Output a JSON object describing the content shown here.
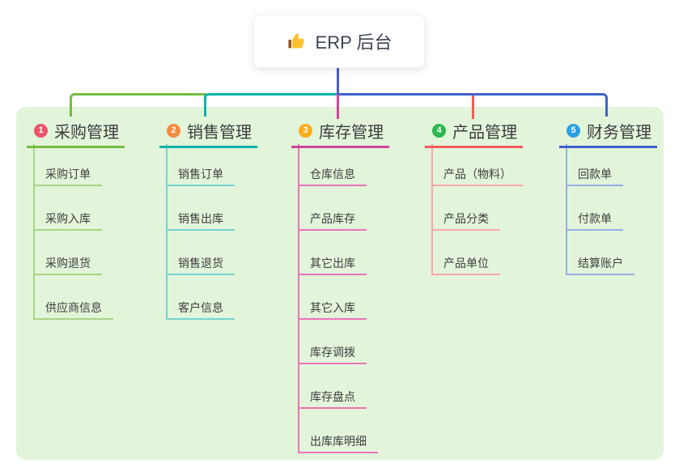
{
  "root": {
    "title": "ERP 后台",
    "icon": "thumbs-up-icon",
    "card_color": "#ffffff",
    "text_color": "#3d4451",
    "drop_line_color": "#4d5cd1"
  },
  "panel": {
    "color": "#e2f4da"
  },
  "branches": [
    {
      "number": "1",
      "label": "采购管理",
      "badge_color": "#ee5468",
      "line_color": "#74bc44",
      "item_line_color": "#a5d685",
      "items": [
        "采购订单",
        "采购入库",
        "采购退货",
        "供应商信息"
      ]
    },
    {
      "number": "2",
      "label": "销售管理",
      "badge_color": "#f68a3e",
      "line_color": "#0cb4a9",
      "item_line_color": "#76d4cc",
      "items": [
        "销售订单",
        "销售出库",
        "销售退货",
        "客户信息"
      ]
    },
    {
      "number": "3",
      "label": "库存管理",
      "badge_color": "#fbac18",
      "line_color": "#d0459a",
      "item_line_color": "#ea74b7",
      "items": [
        "仓库信息",
        "产品库存",
        "其它出库",
        "其它入库",
        "库存调拨",
        "库存盘点",
        "出库库明细"
      ]
    },
    {
      "number": "4",
      "label": "产品管理",
      "badge_color": "#2db750",
      "line_color": "#f25b5c",
      "item_line_color": "#f8a8a9",
      "items": [
        "产品（物料）",
        "产品分类",
        "产品单位"
      ]
    },
    {
      "number": "5",
      "label": "财务管理",
      "badge_color": "#2aa0e4",
      "line_color": "#3f62cf",
      "item_line_color": "#97aee5",
      "items": [
        "回款单",
        "付款单",
        "结算账户"
      ]
    }
  ]
}
